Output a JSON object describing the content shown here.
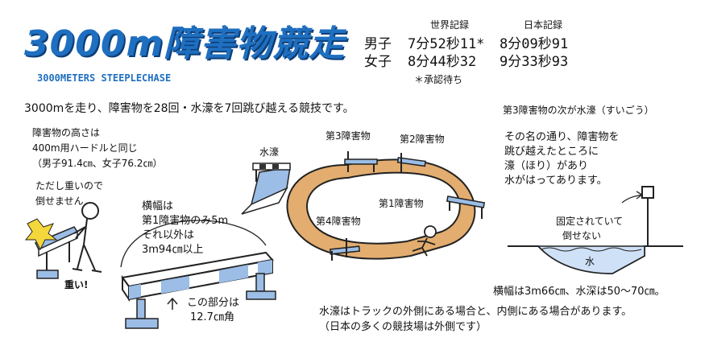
{
  "title": "3000m障害物競走",
  "subtitle": "3000METERS STEEPLECHASE",
  "records": {
    "world_header": "世界記録",
    "japan_header": "日本記録",
    "rows": [
      {
        "label": "男子",
        "world": "7分52秒11*",
        "japan": "8分09秒91"
      },
      {
        "label": "女子",
        "world": "8分44秒32",
        "japan": "9分33秒93"
      }
    ],
    "note": "＊承認待ち"
  },
  "intro": "3000mを走り、障害物を28回・水濠を7回跳び越える競技です。",
  "hurdle_height": [
    "障害物の高さは",
    "400m用ハードルと同じ",
    "（男子91.4㎝、女子76.2㎝）"
  ],
  "heavy_note": [
    "ただし重いので",
    "倒せません"
  ],
  "heavy_exclaim": "重い!",
  "width_note": [
    "横幅は",
    "第1障害物のみ5m",
    "それ以外は",
    "3m94㎝以上"
  ],
  "part_note": [
    "この部分は",
    "12.7㎝角"
  ],
  "track_labels": {
    "water": "水濠",
    "h3": "第3障害物",
    "h2": "第2障害物",
    "h1": "第1障害物",
    "h4": "第4障害物"
  },
  "right_title": "第3障害物の次が水濠（すいごう）",
  "right_desc": [
    "その名の通り、障害物を",
    "跳び越えたところに",
    "濠（ほり）があり",
    "水がはってあります。"
  ],
  "fixed_note": [
    "固定されていて",
    "倒せない"
  ],
  "water_label": "水",
  "water_dims": "横幅は3m66㎝、水深は50～70㎝。",
  "bottom_note": [
    "水濠はトラックの外側にある場合と、内側にある場合があります。",
    "（日本の多くの競技場は外側です）"
  ],
  "colors": {
    "accent": "#1f6fc0",
    "track": "#e2ad6f",
    "hurdle_blue": "#9bbde6"
  }
}
